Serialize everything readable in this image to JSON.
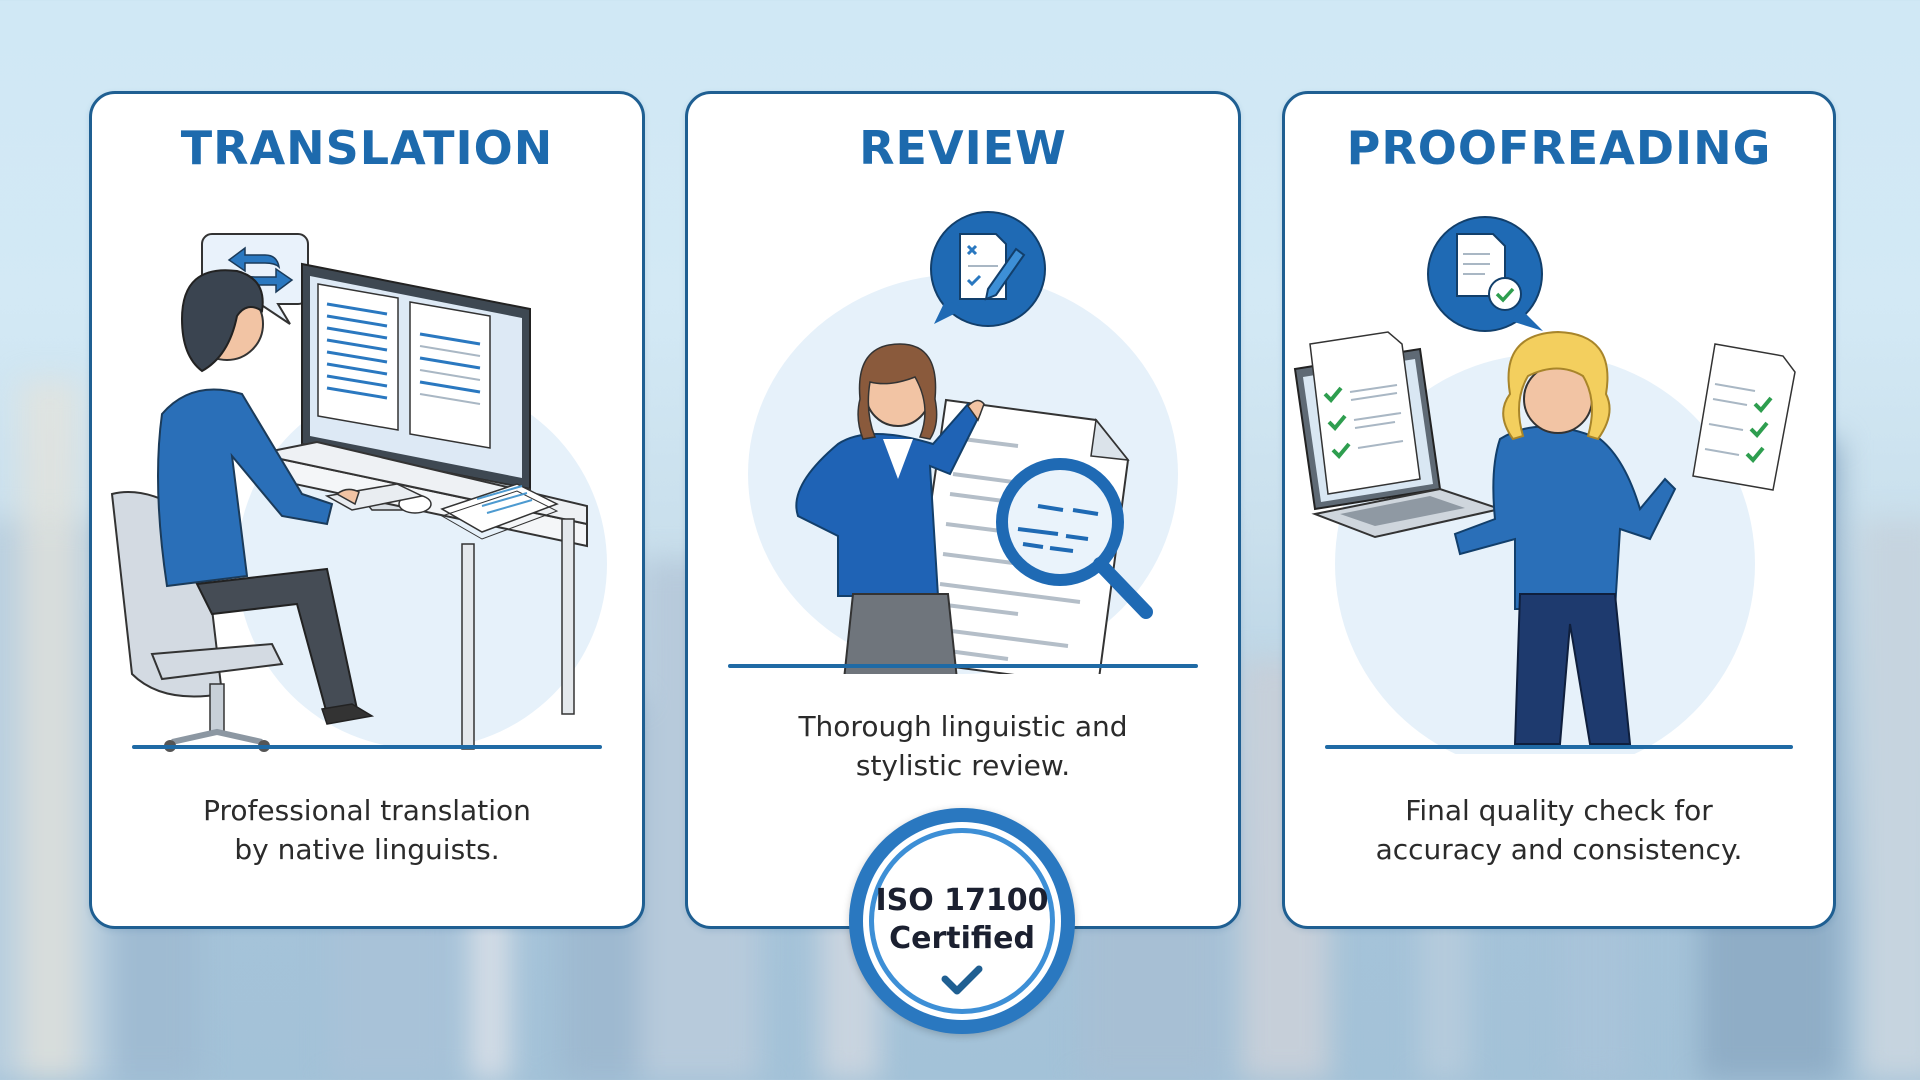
{
  "cards": [
    {
      "title": "TRANSLATION",
      "description_line1": "Professional translation",
      "description_line2": "by native linguists.",
      "icon": "translate-arrows-icon"
    },
    {
      "title": "REVIEW",
      "description_line1": "Thorough linguistic and",
      "description_line2": "stylistic review.",
      "icon": "checklist-pencil-icon"
    },
    {
      "title": "PROOFREADING",
      "description_line1": "Final quality check for",
      "description_line2": "accuracy and consistency.",
      "icon": "document-check-icon"
    }
  ],
  "badge": {
    "line1": "ISO 17100",
    "line2": "Certified",
    "icon": "checkmark-icon"
  },
  "colors": {
    "primary_blue": "#1d6aad",
    "card_border": "#1f5f92",
    "badge_blue": "#2a78c0",
    "check_green": "#2e9e4f",
    "text_dark": "#2b2b2b",
    "background_sky": "#d0e8f5"
  }
}
